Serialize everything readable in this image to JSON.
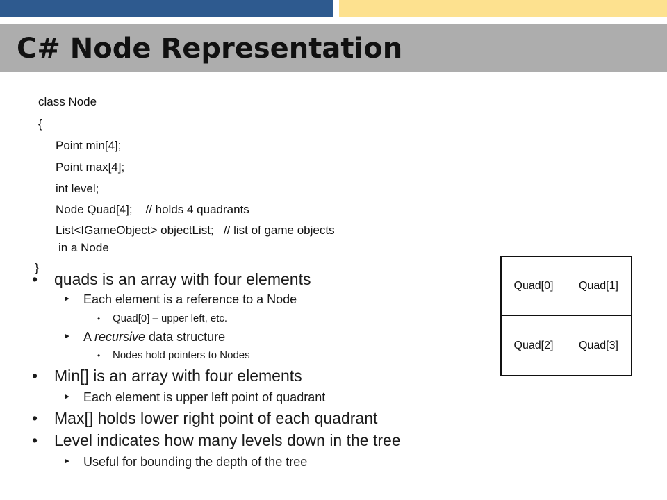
{
  "slide": {
    "title": "C# Node Representation",
    "colors": {
      "bar_blue": "#2e5a8f",
      "bar_yellow": "#fde18f",
      "title_band": "#adadad"
    }
  },
  "code": [
    "class Node",
    "{",
    "Point min[4];",
    "Point max[4];",
    "int level;",
    "Node Quad[4];    // holds 4 quadrants",
    "List<IGameObject> objectList;   // list of game objects",
    "in a Node",
    "}"
  ],
  "bullets": {
    "quads": "quads is an array with four elements",
    "quads_ref": "Each element is a reference to a Node",
    "quads_ref_sub": "Quad[0] – upper left, etc.",
    "recursive_prefix": "A ",
    "recursive_em": "recursive",
    "recursive_suffix": " data structure",
    "recursive_sub": "Nodes hold pointers to Nodes",
    "min": "Min[] is an array with four elements",
    "min_sub": "Each element is upper left point of quadrant",
    "max": "Max[] holds lower right point of each quadrant",
    "level": "Level indicates how many levels down in the tree",
    "level_sub": "Useful for bounding the depth of the tree"
  },
  "glyphs": {
    "bullet": "•",
    "arrow": "►"
  },
  "quad_grid": [
    "Quad[0]",
    "Quad[1]",
    "Quad[2]",
    "Quad[3]"
  ]
}
